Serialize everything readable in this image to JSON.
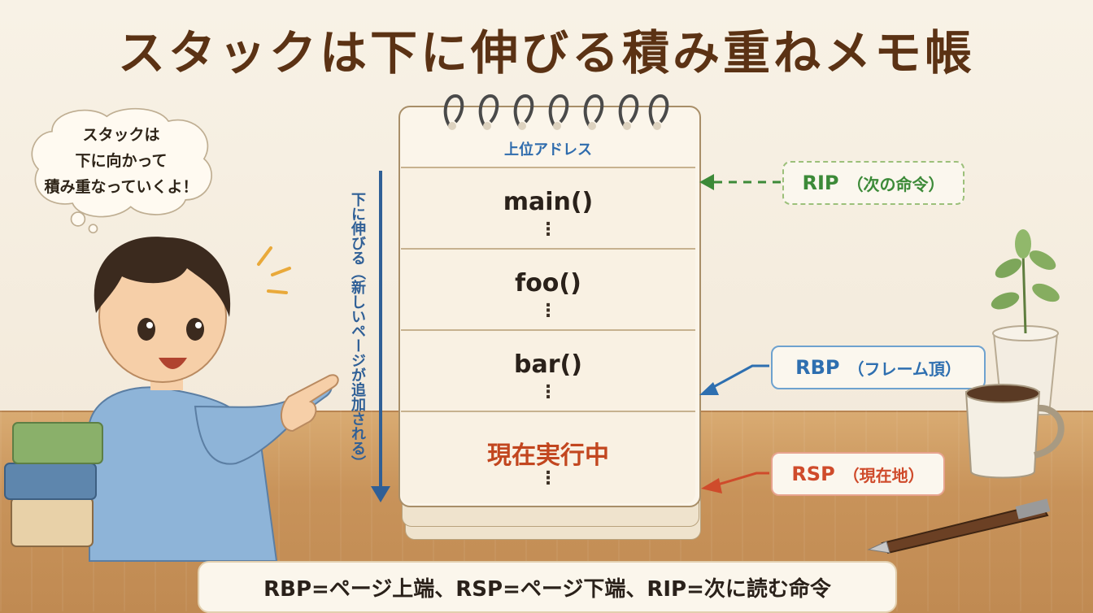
{
  "title": "スタックは下に伸びる積み重ねメモ帳",
  "speech": {
    "lines": [
      "スタックは",
      "下に向かって",
      "積み重なっていくよ！"
    ]
  },
  "notepad": {
    "header": "上位アドレス",
    "pages": [
      {
        "label": "main()",
        "dots": "⋮"
      },
      {
        "label": "foo()",
        "dots": "⋮"
      },
      {
        "label": "bar()",
        "dots": "⋮"
      },
      {
        "label": "現在実行中",
        "dots": "⋮"
      }
    ]
  },
  "growth_label": "下に伸びる（新しいページが追加される）",
  "registers": {
    "rip": {
      "name": "RIP",
      "desc": "（次の命令）",
      "color": "#3c8a38"
    },
    "rbp": {
      "name": "RBP",
      "desc": "（フレーム頂）",
      "color": "#2e6fb0"
    },
    "rsp": {
      "name": "RSP",
      "desc": "（現在地）",
      "color": "#cf4b2b"
    }
  },
  "summary": "RBP=ページ上端、RSP=ページ下端、RIP=次に読む命令",
  "icons": [
    "notepad-ring-icon",
    "down-arrow-icon",
    "plant-icon",
    "coffee-mug-icon",
    "pen-icon",
    "books-icon",
    "boy-character-icon"
  ]
}
